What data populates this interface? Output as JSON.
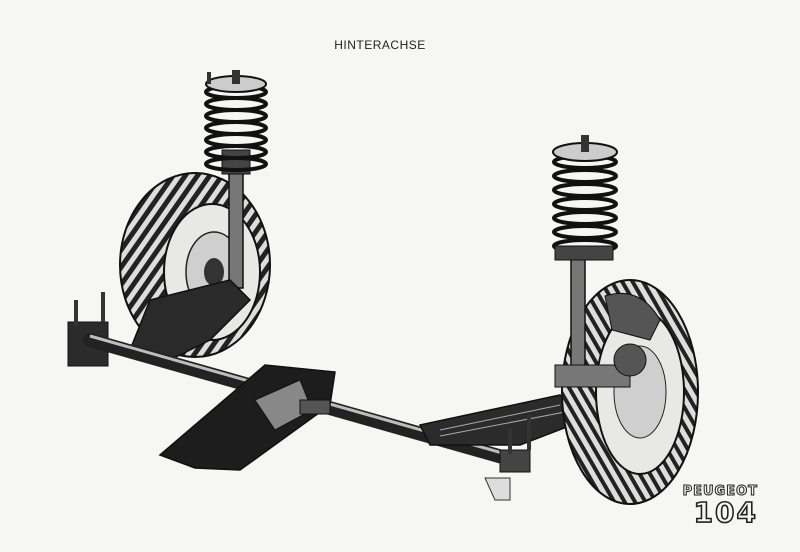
{
  "page": {
    "title": "HINTERACHSE"
  },
  "brand": {
    "name": "PEUGEOT",
    "model": "104"
  },
  "colors": {
    "paper": "#f6f6f4",
    "ink": "#1e1e1e",
    "shade": "#555555"
  },
  "illustration": {
    "subject": "rear-axle-suspension-illustration"
  }
}
